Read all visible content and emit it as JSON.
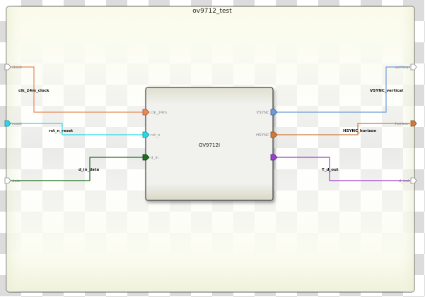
{
  "module": {
    "title": "ov9712_test"
  },
  "instance": {
    "name": "OV9712I"
  },
  "top_ports": {
    "clock": "clock",
    "reset": "reset",
    "data": "data",
    "vertical": "vertical",
    "horizon": "horizon",
    "d_out": "d_out"
  },
  "instance_ports": {
    "clk_24m": "clk_24m",
    "rst_n": "rst_n",
    "d_in": "d_in",
    "vsync": "VSYNC",
    "hsync": "HSYNC"
  },
  "wires": {
    "clock": "clk_24m_clock",
    "reset": "rst_n_reset",
    "data": "d_in_data",
    "vertical": "VSYNC_vertical",
    "horizon": "HSYNC_horizon",
    "d_out": "T_d_out"
  },
  "colors": {
    "clock": "#e8885a",
    "reset": "#27d9e6",
    "data": "#1f6b1f",
    "vertical": "#6f9bd8",
    "horizon": "#d07a3a",
    "d_out": "#9a3fd0"
  }
}
